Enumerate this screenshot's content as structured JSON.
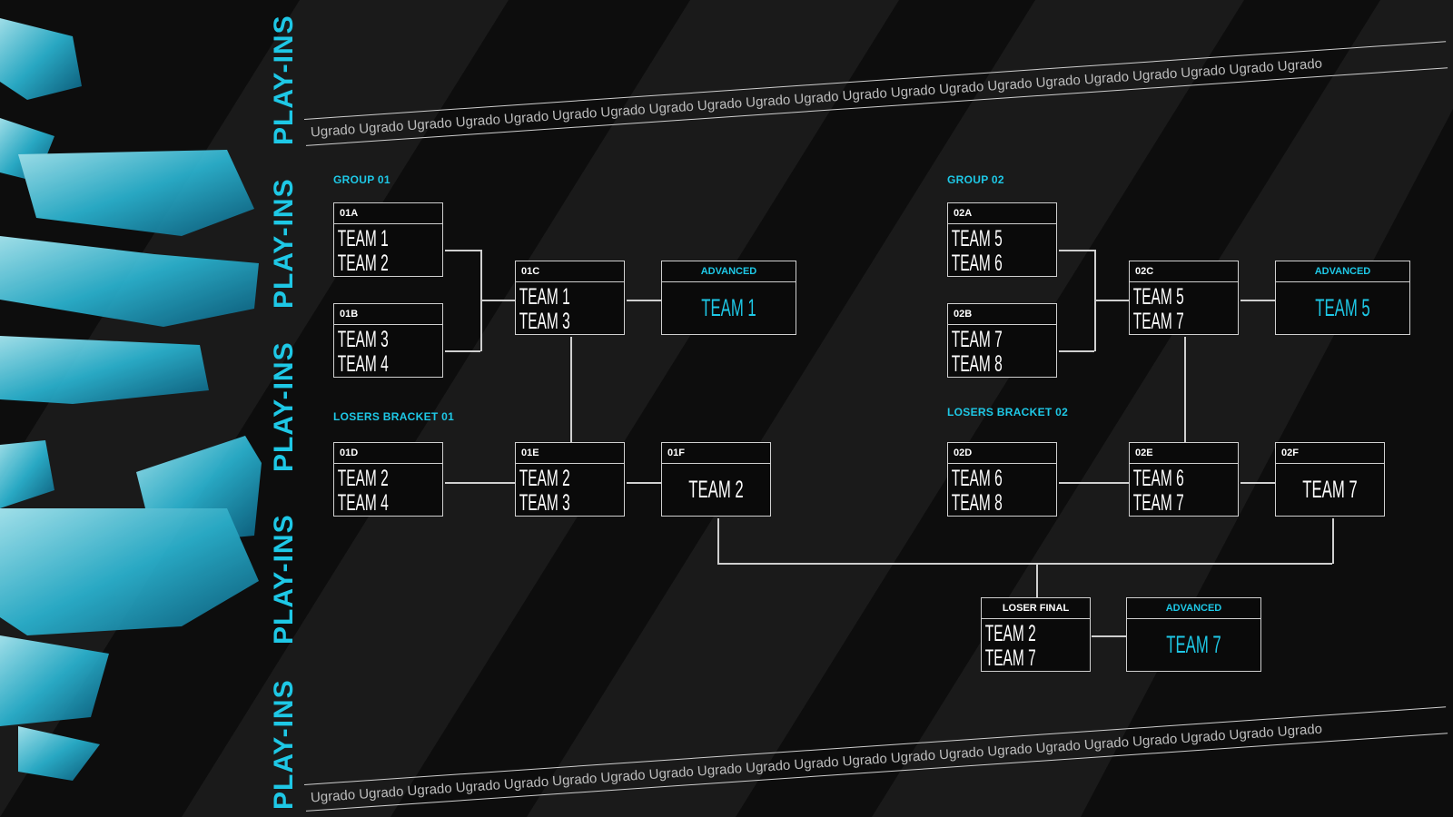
{
  "banner_text": "Ugrado",
  "side_label": "PLAY-INS",
  "group1": {
    "title": "GROUP 01",
    "losers_title": "LOSERS BRACKET 01",
    "matches": {
      "a": {
        "id": "01A",
        "teams": [
          "TEAM 1",
          "TEAM 2"
        ]
      },
      "b": {
        "id": "01B",
        "teams": [
          "TEAM 3",
          "TEAM 4"
        ]
      },
      "c": {
        "id": "01C",
        "teams": [
          "TEAM 1",
          "TEAM 3"
        ]
      },
      "d": {
        "id": "01D",
        "teams": [
          "TEAM 2",
          "TEAM 4"
        ]
      },
      "e": {
        "id": "01E",
        "teams": [
          "TEAM 2",
          "TEAM 3"
        ]
      },
      "f": {
        "id": "01F",
        "winner": "TEAM 2"
      }
    },
    "advanced": {
      "label": "ADVANCED",
      "team": "TEAM 1"
    }
  },
  "group2": {
    "title": "GROUP 02",
    "losers_title": "LOSERS BRACKET 02",
    "matches": {
      "a": {
        "id": "02A",
        "teams": [
          "TEAM 5",
          "TEAM 6"
        ]
      },
      "b": {
        "id": "02B",
        "teams": [
          "TEAM 7",
          "TEAM 8"
        ]
      },
      "c": {
        "id": "02C",
        "teams": [
          "TEAM 5",
          "TEAM 7"
        ]
      },
      "d": {
        "id": "02D",
        "teams": [
          "TEAM 6",
          "TEAM 8"
        ]
      },
      "e": {
        "id": "02E",
        "teams": [
          "TEAM 6",
          "TEAM 7"
        ]
      },
      "f": {
        "id": "02F",
        "winner": "TEAM 7"
      }
    },
    "advanced": {
      "label": "ADVANCED",
      "team": "TEAM 5"
    }
  },
  "loser_final": {
    "label": "LOSER FINAL",
    "teams": [
      "TEAM 2",
      "TEAM 7"
    ],
    "advanced": {
      "label": "ADVANCED",
      "team": "TEAM 7"
    }
  },
  "colors": {
    "accent": "#1ec8e6",
    "line": "#cfcfcf",
    "bg": "#0d0d0d"
  }
}
